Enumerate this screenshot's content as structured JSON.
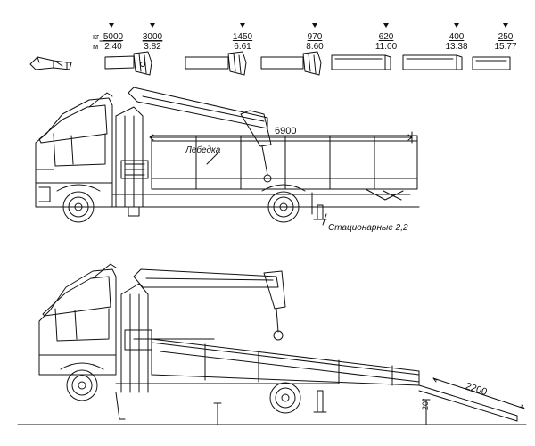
{
  "capacity_table": {
    "unit_kg": "кг",
    "unit_m": "м",
    "columns": [
      {
        "kg": "5000",
        "m": "2.40"
      },
      {
        "kg": "3000",
        "m": "3.82"
      },
      {
        "kg": "1450",
        "m": "6.61"
      },
      {
        "kg": "970",
        "m": "8.60"
      },
      {
        "kg": "620",
        "m": "11.00"
      },
      {
        "kg": "400",
        "m": "13.38"
      },
      {
        "kg": "250",
        "m": "15.77"
      }
    ]
  },
  "top_view": {
    "platform_length": "6900",
    "winch_label": "Лебедка",
    "stabilizers_label": "Стационарные 2,2"
  },
  "bottom_view": {
    "ramp_length": "2200",
    "ramp_height": "20°"
  },
  "colors": {
    "line": "#111111",
    "background": "#ffffff"
  }
}
